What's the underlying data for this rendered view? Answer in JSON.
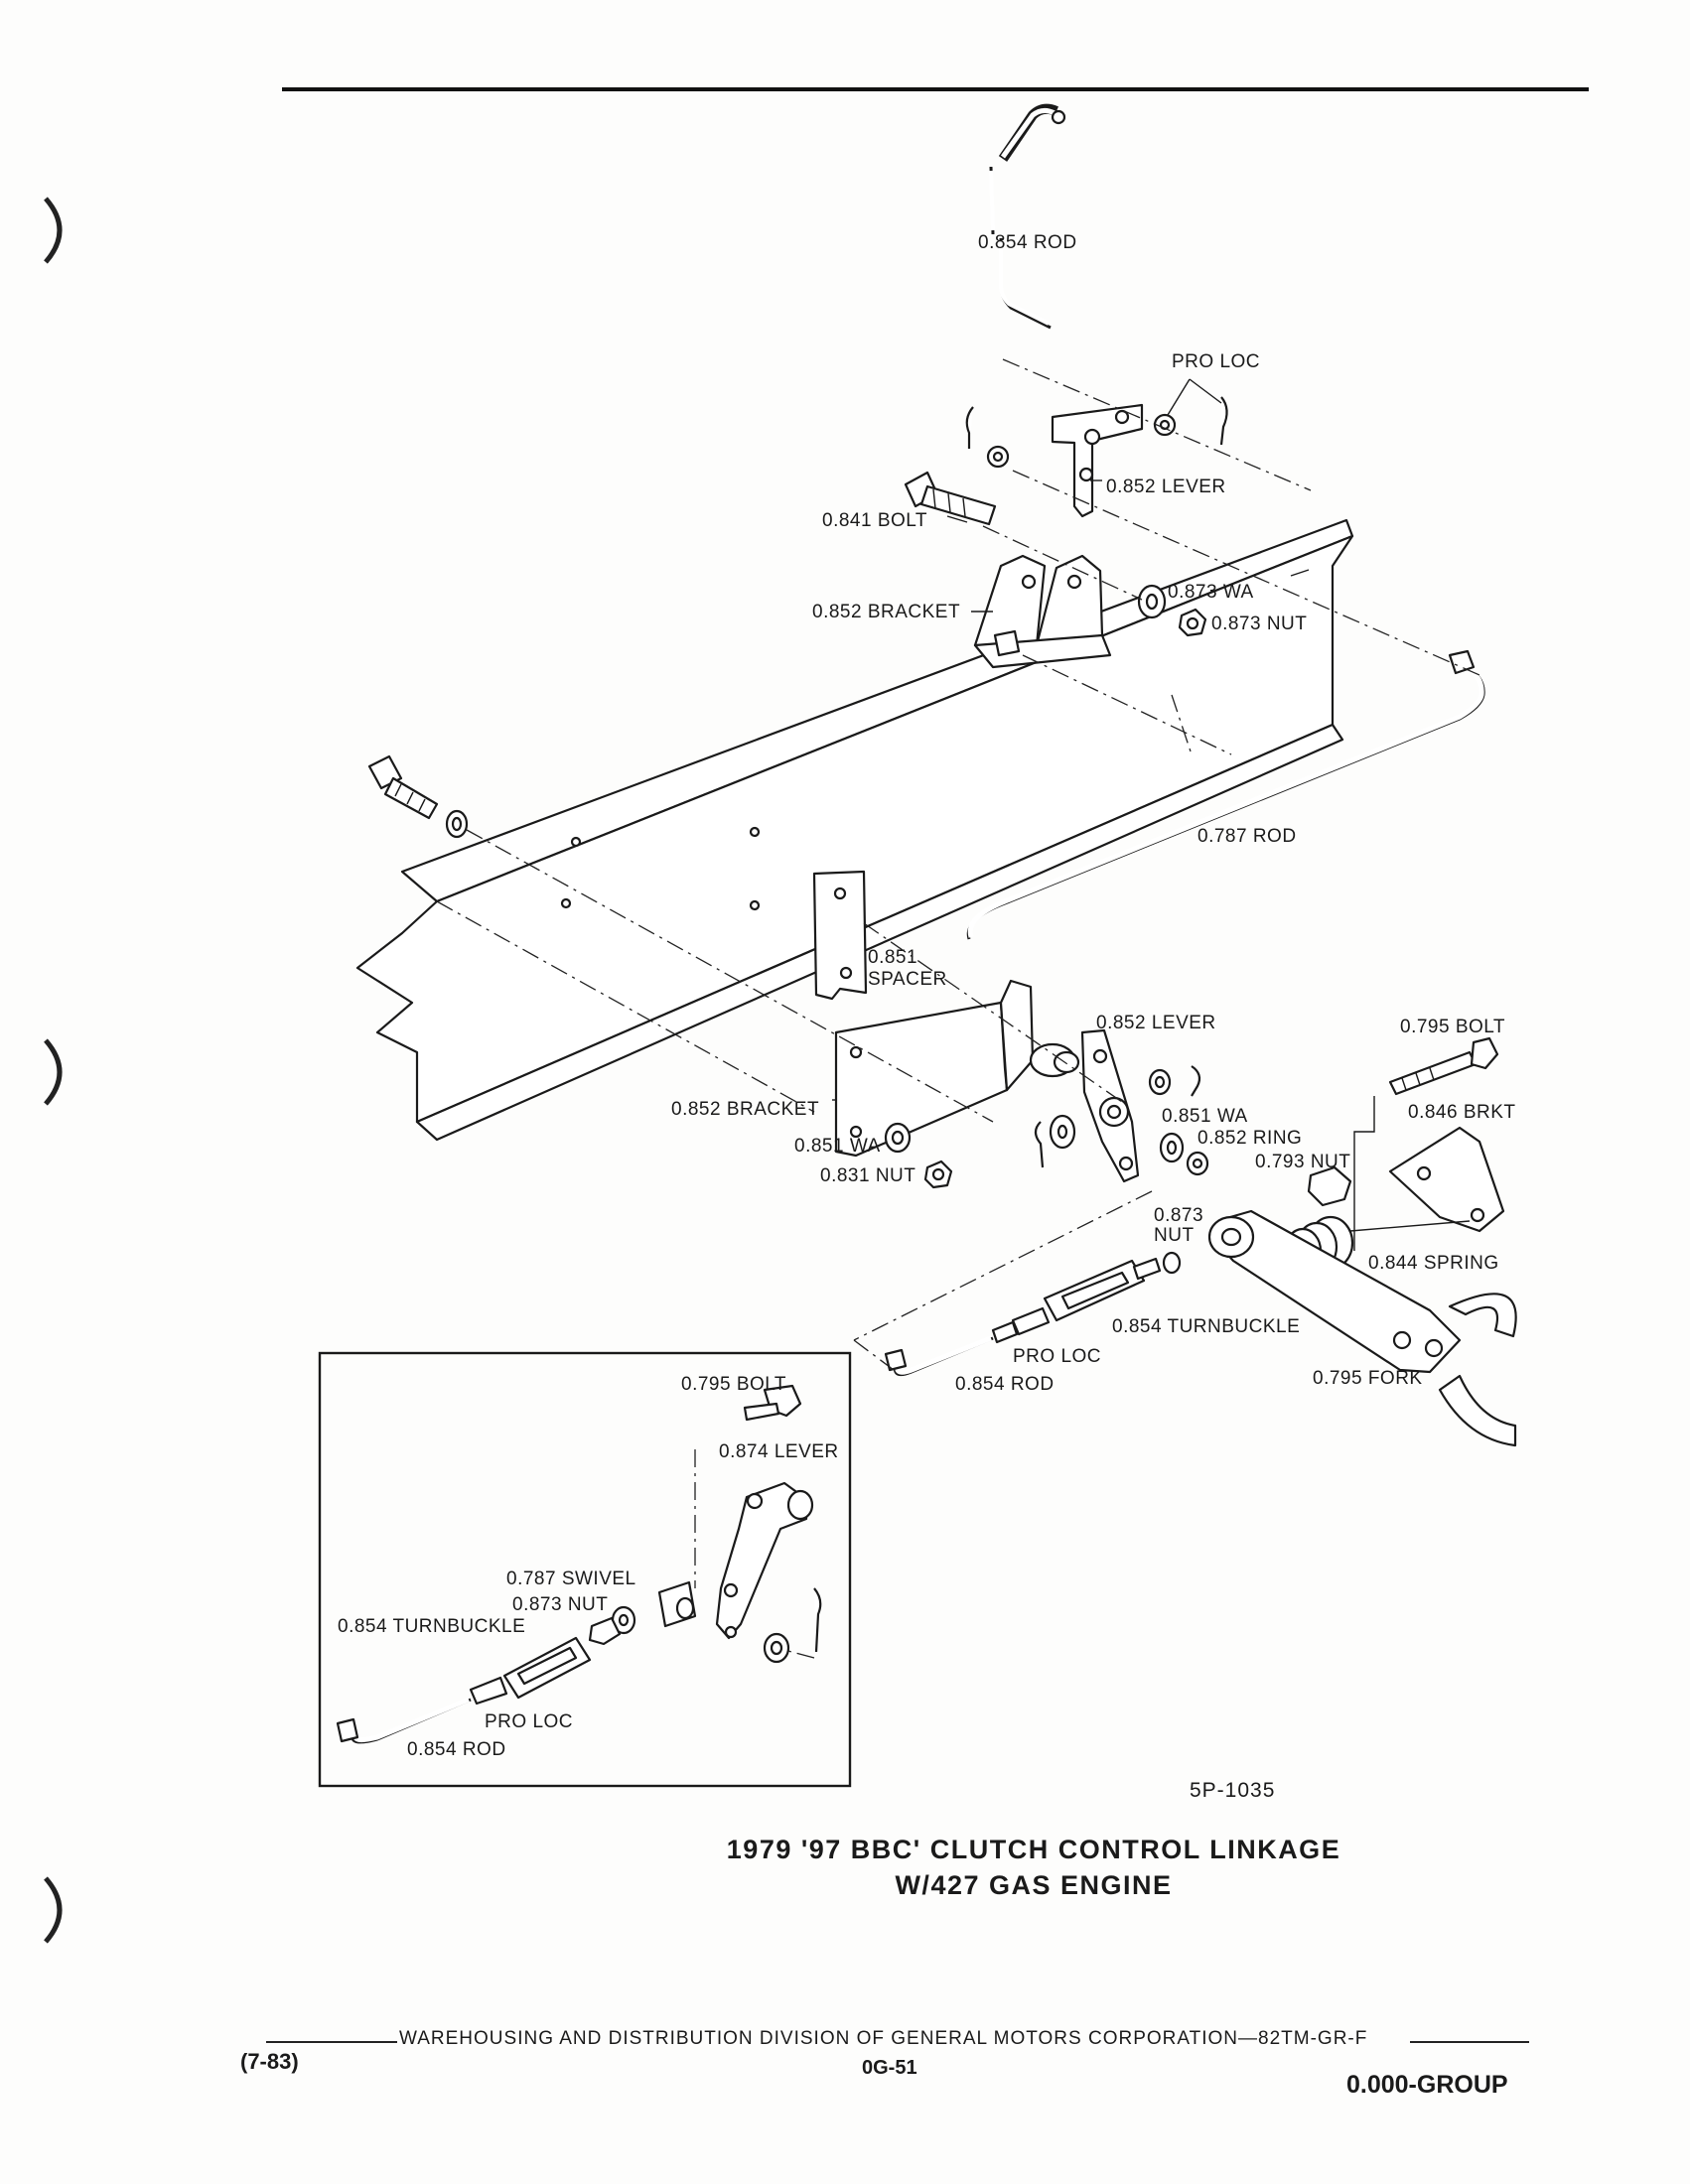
{
  "diagram": {
    "labels": {
      "rod_top": "0.854 ROD",
      "pro_loc_top": "PRO LOC",
      "lever_top": "0.852 LEVER",
      "bolt_top": "0.841 BOLT",
      "bracket_top": "0.852 BRACKET",
      "wa_873": "0.873 WA",
      "nut_873_top": "0.873 NUT",
      "rod_787": "0.787 ROD",
      "spacer_num": "0.851",
      "spacer_word": "SPACER",
      "lever_mid": "0.852 LEVER",
      "bolt_795": "0.795 BOLT",
      "bracket_mid": "0.852 BRACKET",
      "wa_851_right": "0.851 WA",
      "ring_852": "0.852 RING",
      "nut_793": "0.793 NUT",
      "brkt_846": "0.846 BRKT",
      "wa_851_left": "0.851 WA",
      "nut_831": "0.831 NUT",
      "nut_873_mid_num": "0.873",
      "nut_873_mid_word": "NUT",
      "spring_844": "0.844 SPRING",
      "turnbuckle_main": "0.854 TURNBUCKLE",
      "pro_loc_main": "PRO LOC",
      "rod_main": "0.854 ROD",
      "fork_795": "0.795 FORK"
    },
    "inset": {
      "bolt": "0.795 BOLT",
      "lever": "0.874 LEVER",
      "swivel": "0.787 SWIVEL",
      "nut": "0.873 NUT",
      "turnbuckle": "0.854 TURNBUCKLE",
      "pro_loc": "PRO LOC",
      "rod": "0.854 ROD"
    }
  },
  "figure_code": "5P-1035",
  "title_line1": "1979 '97 BBC' CLUTCH CONTROL LINKAGE",
  "title_line2": "W/427 GAS ENGINE",
  "footer": {
    "publisher": "WAREHOUSING AND DISTRIBUTION  DIVISION OF GENERAL MOTORS CORPORATION—82TM-GR-F",
    "revision": "(7-83)",
    "page": "0G-51",
    "group": "0.000-GROUP"
  }
}
